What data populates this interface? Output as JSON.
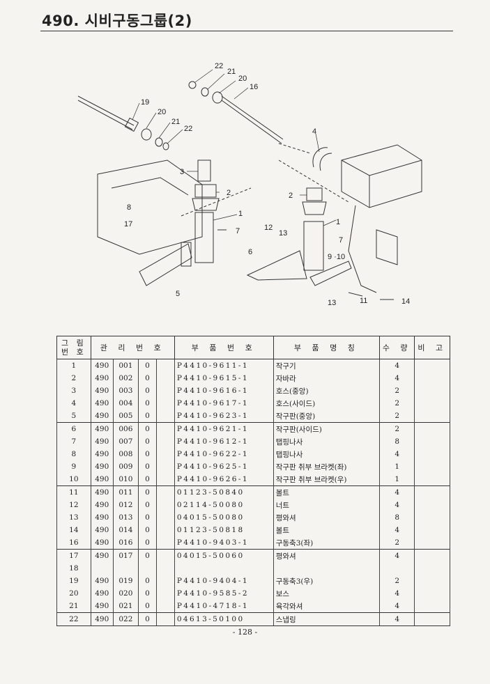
{
  "page": {
    "title": "490. 시비구동그룹(2)",
    "page_number": "- 128 -"
  },
  "diagram": {
    "callouts": [
      "22",
      "21",
      "20",
      "16",
      "19",
      "20",
      "21",
      "22",
      "4",
      "3",
      "2",
      "2",
      "8",
      "17",
      "1",
      "7",
      "12",
      "13",
      "1",
      "6",
      "7",
      "9 ·10",
      "5",
      "13",
      "11",
      "14"
    ]
  },
  "table": {
    "headers": {
      "no": "그 림\n번 호",
      "mgmt": "관 리 번 호",
      "part_no": "부 품 번 호",
      "name": "부 품 명 칭",
      "qty": "수 량",
      "remark": "비 고"
    },
    "rows": [
      {
        "no": "1",
        "a": "490",
        "b": "001",
        "c": "0",
        "pn": "P4410-9611-1",
        "name": "작구기",
        "qty": "4"
      },
      {
        "no": "2",
        "a": "490",
        "b": "002",
        "c": "0",
        "pn": "P4410-9615-1",
        "name": "자바라",
        "qty": "4"
      },
      {
        "no": "3",
        "a": "490",
        "b": "003",
        "c": "0",
        "pn": "P4410-9616-1",
        "name": "호스(중앙)",
        "qty": "2"
      },
      {
        "no": "4",
        "a": "490",
        "b": "004",
        "c": "0",
        "pn": "P4410-9617-1",
        "name": "호스(사이드)",
        "qty": "2"
      },
      {
        "no": "5",
        "a": "490",
        "b": "005",
        "c": "0",
        "pn": "P4410-9623-1",
        "name": "작구판(중앙)",
        "qty": "2"
      },
      {
        "no": "6",
        "a": "490",
        "b": "006",
        "c": "0",
        "pn": "P4410-9621-1",
        "name": "작구판(사이드)",
        "qty": "2"
      },
      {
        "no": "7",
        "a": "490",
        "b": "007",
        "c": "0",
        "pn": "P4410-9612-1",
        "name": "탭핑나사",
        "qty": "8"
      },
      {
        "no": "8",
        "a": "490",
        "b": "008",
        "c": "0",
        "pn": "P4410-9622-1",
        "name": "탭핑나사",
        "qty": "4"
      },
      {
        "no": "9",
        "a": "490",
        "b": "009",
        "c": "0",
        "pn": "P4410-9625-1",
        "name": "작구판 취부 브라켓(좌)",
        "qty": "1"
      },
      {
        "no": "10",
        "a": "490",
        "b": "010",
        "c": "0",
        "pn": "P4410-9626-1",
        "name": "작구판 취부 브라켓(우)",
        "qty": "1"
      },
      {
        "no": "11",
        "a": "490",
        "b": "011",
        "c": "0",
        "pn": "01123-50840",
        "name": "볼트",
        "qty": "4"
      },
      {
        "no": "12",
        "a": "490",
        "b": "012",
        "c": "0",
        "pn": "02114-50080",
        "name": "너트",
        "qty": "4"
      },
      {
        "no": "13",
        "a": "490",
        "b": "013",
        "c": "0",
        "pn": "04015-50080",
        "name": "평와셔",
        "qty": "8"
      },
      {
        "no": "14",
        "a": "490",
        "b": "014",
        "c": "0",
        "pn": "01123-50818",
        "name": "볼트",
        "qty": "4"
      },
      {
        "no": "16",
        "a": "490",
        "b": "016",
        "c": "0",
        "pn": "P4410-9403-1",
        "name": "구동축3(좌)",
        "qty": "2"
      },
      {
        "no": "17",
        "a": "490",
        "b": "017",
        "c": "0",
        "pn": "04015-50060",
        "name": "평와셔",
        "qty": "4"
      },
      {
        "no": "18",
        "a": "",
        "b": "",
        "c": "",
        "pn": "",
        "name": "",
        "qty": ""
      },
      {
        "no": "19",
        "a": "490",
        "b": "019",
        "c": "0",
        "pn": "P4410-9404-1",
        "name": "구동축3(우)",
        "qty": "2"
      },
      {
        "no": "20",
        "a": "490",
        "b": "020",
        "c": "0",
        "pn": "P4410-9585-2",
        "name": "보스",
        "qty": "4"
      },
      {
        "no": "21",
        "a": "490",
        "b": "021",
        "c": "0",
        "pn": "P4410-4718-1",
        "name": "육각와셔",
        "qty": "4"
      },
      {
        "no": "22",
        "a": "490",
        "b": "022",
        "c": "0",
        "pn": "04613-50100",
        "name": "스냅링",
        "qty": "4"
      }
    ]
  }
}
